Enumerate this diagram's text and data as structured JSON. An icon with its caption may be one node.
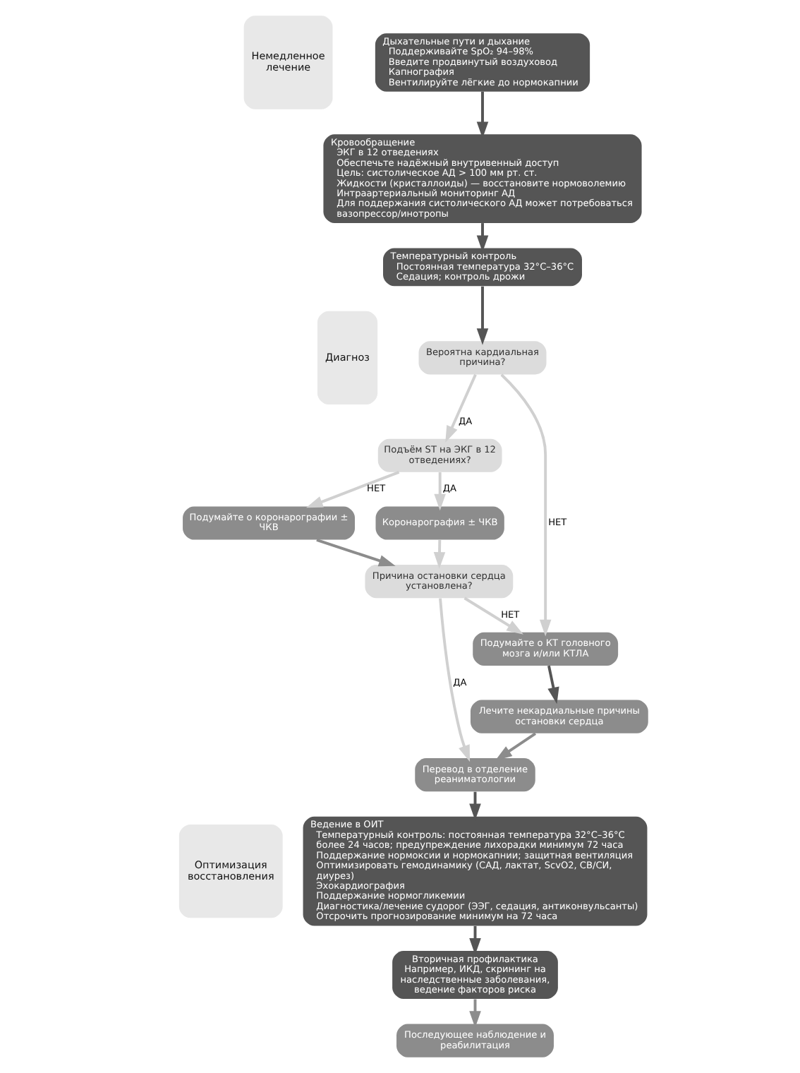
{
  "diagram": {
    "nodes": [
      {
        "text": [
          "Немедленное лечение"
        ]
      },
      {
        "text": [
          "Дыхательные пути и дыхание",
          "Поддерживайте SpO₂ 94–98%",
          "Введите продвинутый воздуховод",
          "Капнография",
          "Вентилируйте лёгкие до нормокапнии"
        ]
      },
      {
        "text": [
          "Кровообращение",
          "ЭКГ в 12 отведениях",
          "Обеспечьте надёжный внутривенный доступ",
          "Цель: систолическое АД > 100 мм рт. ст.",
          "Жидкости (кристаллоиды) — восстановите нормоволемию",
          "Интраартериальный мониторинг АД",
          "Для поддержания систолического АД может потребоваться вазопрессор/инотропы"
        ]
      },
      {
        "text": [
          "Температурный контроль",
          "Постоянная температура 32°C–36°C",
          "Седация; контроль дрожи"
        ]
      },
      {
        "text": [
          "Диагноз"
        ]
      },
      {
        "text": [
          "Вероятна кардиальная причина?"
        ]
      },
      {
        "text": [
          "Подъём ST на ЭКГ в 12 отведениях?"
        ]
      },
      {
        "text": [
          "Коронарография ± ЧКВ"
        ]
      },
      {
        "text": [
          "Подумайте о коронарографии ± ЧКВ"
        ]
      },
      {
        "text": [
          "Причина остановки сердца установлена?"
        ]
      },
      {
        "text": [
          "Подумайте о КТ головного мозга и/или КТЛА"
        ]
      },
      {
        "text": [
          "Лечите некардиальные причины остановки сердца"
        ]
      },
      {
        "text": [
          "Перевод в отделение реаниматологии"
        ]
      },
      {
        "text": [
          "Оптимизация восстановления"
        ]
      },
      {
        "text": [
          "Ведение в ОИТ",
          "Температурный контроль: постоянная температура 32°C–36°C более 24 часов; предупреждение лихорадки минимум 72 часа",
          "Поддержание нормоксии и нормокапнии; защитная вентиляция",
          "Оптимизировать гемодинамику (САД, лактат, ScvO2, СВ/СИ, диурез)",
          "Эхокардиография",
          "Поддержание нормогликемии",
          "Диагностика/лечение судорог (ЭЭГ, седация, антиконвульсанты)",
          "Отсрочить прогнозирование минимум на 72 часа"
        ]
      },
      {
        "text": [
          "Вторичная профилактика",
          "Например, ИКД, скрининг на наследственные заболевания, ведение факторов риска"
        ]
      },
      {
        "text": [
          "Последующее наблюдение и реабилитация"
        ]
      }
    ],
    "edges": [
      {
        "from": 1,
        "to": 2,
        "arrow": "to",
        "color": "#555555"
      },
      {
        "from": 2,
        "to": 3,
        "arrow": "to",
        "color": "#555555"
      },
      {
        "from": 3,
        "to": 5,
        "arrow": "to",
        "color": "#555555"
      },
      {
        "from": 5,
        "to": 6,
        "arrow": "to",
        "label": "ДА"
      },
      {
        "from": 5,
        "to": 10,
        "arrow": "to",
        "label": "НЕТ"
      },
      {
        "from": 6,
        "to": 7,
        "arrow": "to",
        "label": "ДА"
      },
      {
        "from": 6,
        "to": 8,
        "arrow": "to",
        "label": "НЕТ"
      },
      {
        "from": 7,
        "to": 9,
        "arrow": "to"
      },
      {
        "from": 8,
        "to": 9,
        "arrow": "to",
        "color": "#8c8c8c"
      },
      {
        "from": 9,
        "to": 10,
        "arrow": "to",
        "label": "НЕТ"
      },
      {
        "from": 9,
        "to": 12,
        "arrow": "to",
        "label": "ДА"
      },
      {
        "from": 10,
        "to": 11,
        "arrow": "to",
        "color": "#555555"
      },
      {
        "from": 11,
        "to": 12,
        "arrow": "to",
        "color": "#8c8c8c"
      },
      {
        "from": 12,
        "to": 14,
        "arrow": "to",
        "color": "#555555"
      },
      {
        "from": 14,
        "to": 15,
        "arrow": "to",
        "color": "#555555"
      },
      {
        "from": 15,
        "to": 16,
        "arrow": "to",
        "color": "#8c8c8c"
      }
    ]
  }
}
